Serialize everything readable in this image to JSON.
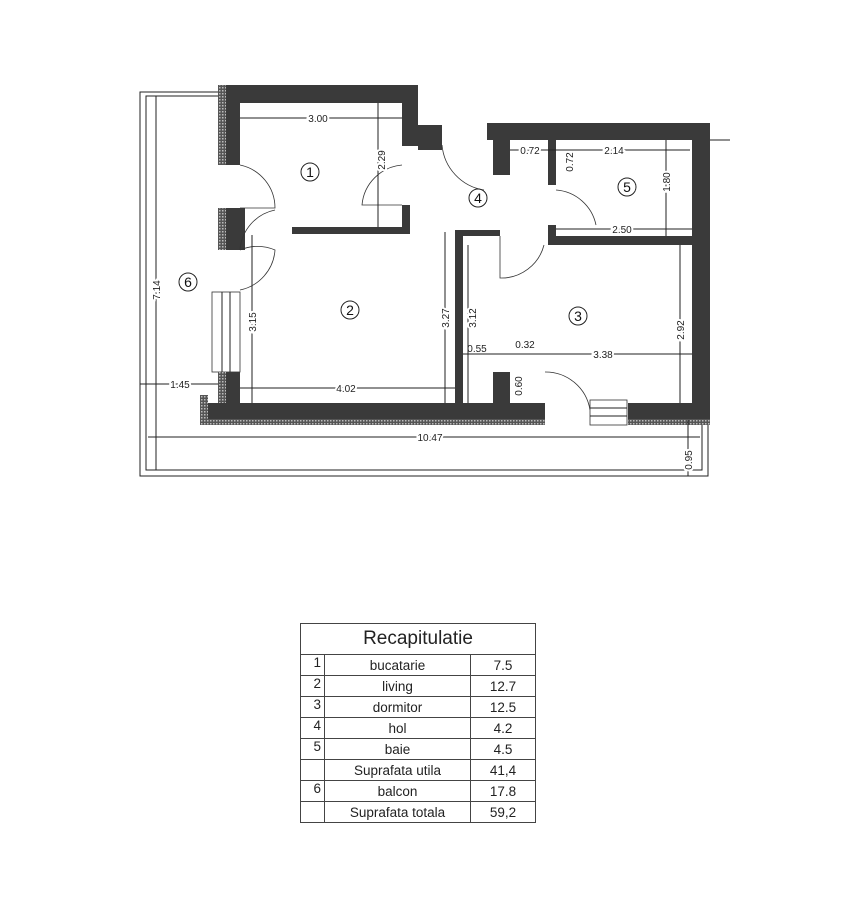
{
  "plan": {
    "rooms": [
      {
        "id": "1"
      },
      {
        "id": "2"
      },
      {
        "id": "3"
      },
      {
        "id": "4"
      },
      {
        "id": "5"
      },
      {
        "id": "6"
      }
    ],
    "dimensions": {
      "d300": "3.00",
      "d229": "2.29",
      "d072a": "0.72",
      "d072b": "0.72",
      "d214": "2.14",
      "d180": "1.80",
      "d250": "2.50",
      "d315": "3.15",
      "d327": "3.27",
      "d312": "3.12",
      "d292": "2.92",
      "d055": "0.55",
      "d032": "0.32",
      "d338": "3.38",
      "d060": "0.60",
      "d402": "4.02",
      "d145": "1.45",
      "d1047": "10.47",
      "d095": "0.95",
      "d714": "7.14"
    }
  },
  "table": {
    "title": "Recapitulatie",
    "rows": [
      {
        "n": "1",
        "name": "bucatarie",
        "area": "7.5"
      },
      {
        "n": "2",
        "name": "living",
        "area": "12.7"
      },
      {
        "n": "3",
        "name": "dormitor",
        "area": "12.5"
      },
      {
        "n": "4",
        "name": "hol",
        "area": "4.2"
      },
      {
        "n": "5",
        "name": "baie",
        "area": "4.5"
      },
      {
        "n": "",
        "name": "Suprafata utila",
        "area": "41,4"
      },
      {
        "n": "6",
        "name": "balcon",
        "area": "17.8"
      },
      {
        "n": "",
        "name": "Suprafata totala",
        "area": "59,2"
      }
    ]
  }
}
